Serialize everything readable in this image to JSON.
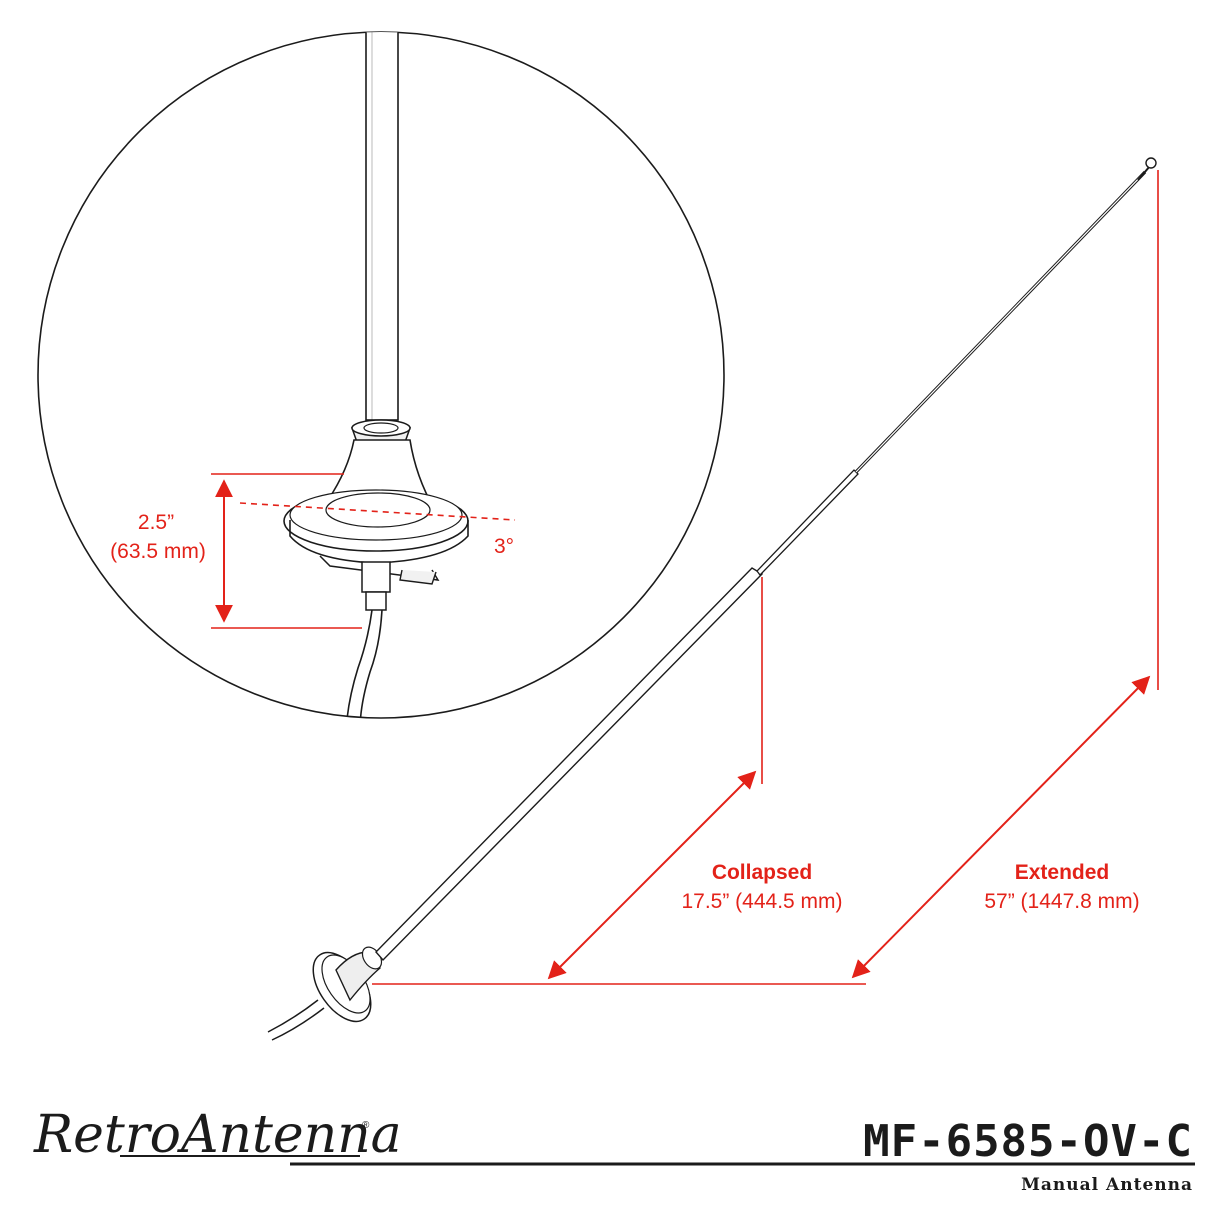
{
  "callout": {
    "height_in": "2.5”",
    "height_mm": "(63.5 mm)",
    "angle": "3°"
  },
  "dimensions": {
    "collapsed_title": "Collapsed",
    "collapsed_value": "17.5” (444.5 mm)",
    "extended_title": "Extended",
    "extended_value": "57” (1447.8 mm)"
  },
  "branding": {
    "logo_text": "RetroAntenna",
    "registered_mark": "®",
    "model_number": "MF-6585-OV-C",
    "product_type": "Manual Antenna"
  },
  "colors": {
    "dimension": "#e32219",
    "line_art": "#1b1b1b"
  }
}
